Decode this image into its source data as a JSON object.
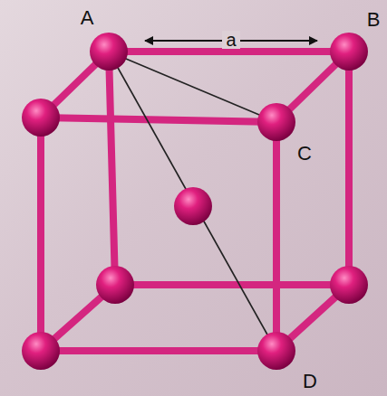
{
  "diagram": {
    "labels": [
      "A",
      "a",
      "B",
      "C",
      "D"
    ]
  }
}
